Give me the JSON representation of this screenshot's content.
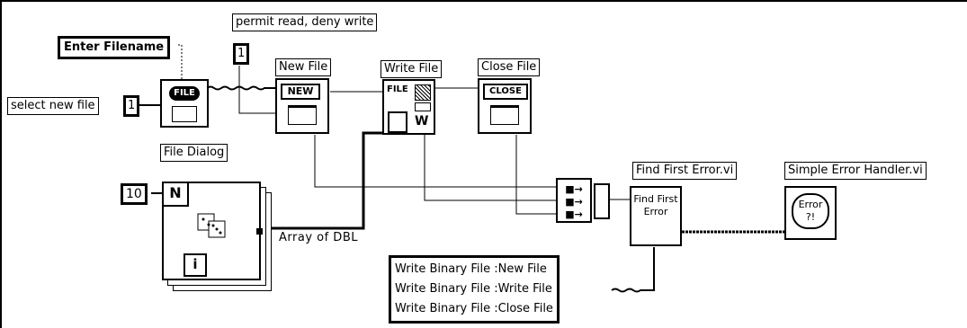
{
  "labels": {
    "enter_filename": "Enter Filename",
    "select_new_file": "select new file",
    "select_value": "1",
    "permit_text": "permit read, deny write",
    "permit_value": "1",
    "file_dialog": "File Dialog",
    "new_file": "New File",
    "write_file": "Write File",
    "close_file": "Close File",
    "find_first_error": "Find First Error.vi",
    "simple_error_handler": "Simple Error Handler.vi",
    "loop_count": "10",
    "loop_n": "N",
    "loop_i": "i",
    "array_of_dbl": "Array of DBL"
  },
  "icons": {
    "file_dialog_icon": "FILE",
    "new_icon": "NEW",
    "write_icon": "FILE",
    "close_icon": "CLOSE",
    "find_first_error_text": "Find First Error",
    "error_icon": "Error ?!"
  },
  "error_strings": [
    "Write Binary File :New File",
    "Write Binary File :Write File",
    "Write Binary File :Close File"
  ]
}
